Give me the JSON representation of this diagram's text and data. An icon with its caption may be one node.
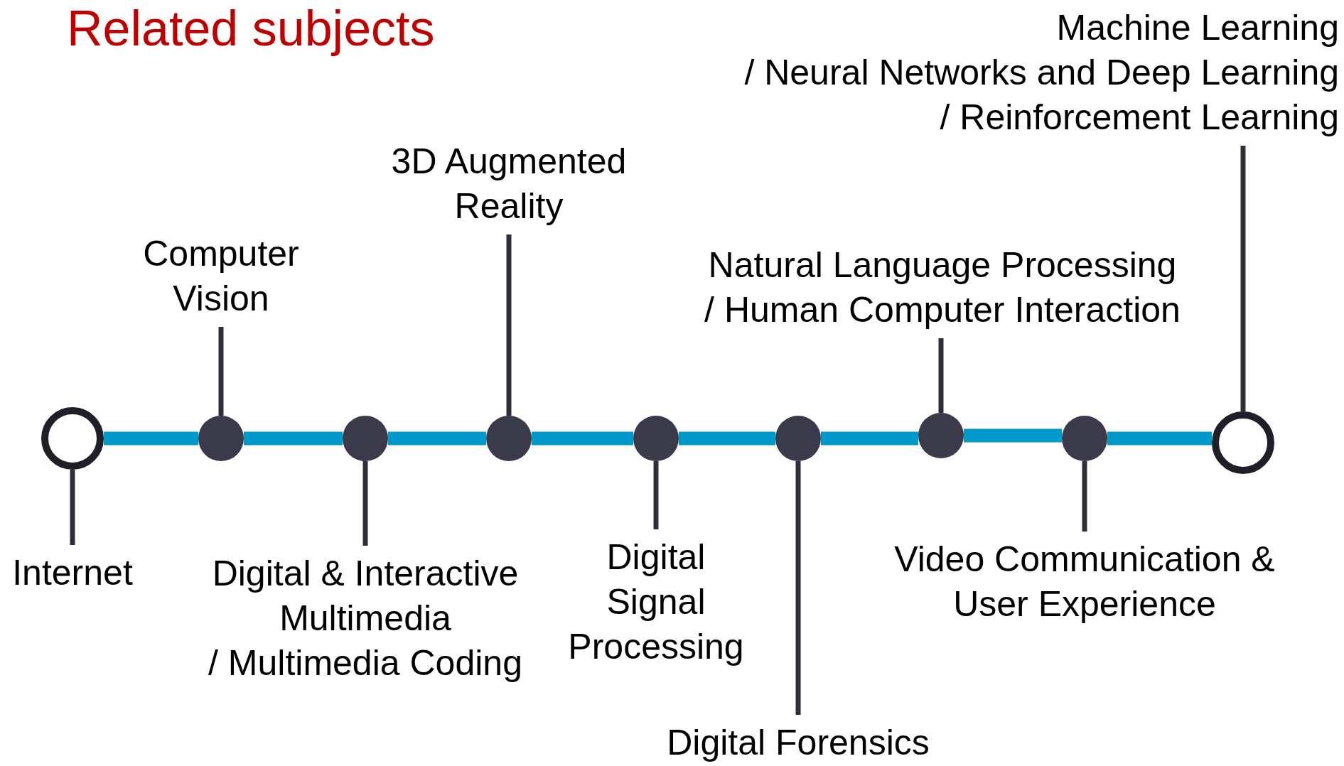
{
  "diagram": {
    "title": "Related subjects",
    "nodes": [
      {
        "text": [],
        "shape": "ring"
      },
      {
        "text": [],
        "shape": "circle"
      },
      {
        "text": [],
        "shape": "circle"
      },
      {
        "text": [],
        "shape": "circle"
      },
      {
        "text": [],
        "shape": "circle"
      },
      {
        "text": [],
        "shape": "circle"
      },
      {
        "text": [],
        "shape": "circle"
      },
      {
        "text": [],
        "shape": "circle"
      },
      {
        "text": [],
        "shape": "ring"
      },
      {
        "text": [
          "Internet"
        ]
      },
      {
        "text": [
          "Computer Vision"
        ]
      },
      {
        "text": [
          "Digital & Interactive Multimedia / Multimedia Coding"
        ]
      },
      {
        "text": [
          "3D Augmented Reality"
        ]
      },
      {
        "text": [
          "Digital Signal Processing"
        ]
      },
      {
        "text": [
          "Digital Forensics"
        ]
      },
      {
        "text": [
          "Natural Language Processing / Human Computer Interaction"
        ]
      },
      {
        "text": [
          "Video Communication & User Experience"
        ]
      },
      {
        "text": [
          "Machine Learning / Neural Networks and Deep Learning / Reinforcement Learning"
        ]
      }
    ],
    "edges": [
      {
        "from": 0,
        "to": 1,
        "arrow": "none",
        "style": "thick",
        "color": "#0099cc"
      },
      {
        "from": 1,
        "to": 2,
        "arrow": "none",
        "style": "thick",
        "color": "#0099cc"
      },
      {
        "from": 2,
        "to": 3,
        "arrow": "none",
        "style": "thick",
        "color": "#0099cc"
      },
      {
        "from": 3,
        "to": 4,
        "arrow": "none",
        "style": "thick",
        "color": "#0099cc"
      },
      {
        "from": 4,
        "to": 5,
        "arrow": "none",
        "style": "thick",
        "color": "#0099cc"
      },
      {
        "from": 5,
        "to": 6,
        "arrow": "none",
        "style": "thick",
        "color": "#0099cc"
      },
      {
        "from": 6,
        "to": 7,
        "arrow": "none",
        "style": "thick",
        "color": "#0099cc"
      },
      {
        "from": 7,
        "to": 8,
        "arrow": "none",
        "style": "thick",
        "color": "#0099cc"
      },
      {
        "from": 9,
        "to": 0,
        "arrow": "none"
      },
      {
        "from": 10,
        "to": 1,
        "arrow": "none"
      },
      {
        "from": 11,
        "to": 2,
        "arrow": "none"
      },
      {
        "from": 12,
        "to": 3,
        "arrow": "none"
      },
      {
        "from": 13,
        "to": 4,
        "arrow": "none"
      },
      {
        "from": 14,
        "to": 5,
        "arrow": "none"
      },
      {
        "from": 15,
        "to": 6,
        "arrow": "none"
      },
      {
        "from": 16,
        "to": 7,
        "arrow": "none"
      },
      {
        "from": 17,
        "to": 8,
        "arrow": "none"
      }
    ]
  }
}
